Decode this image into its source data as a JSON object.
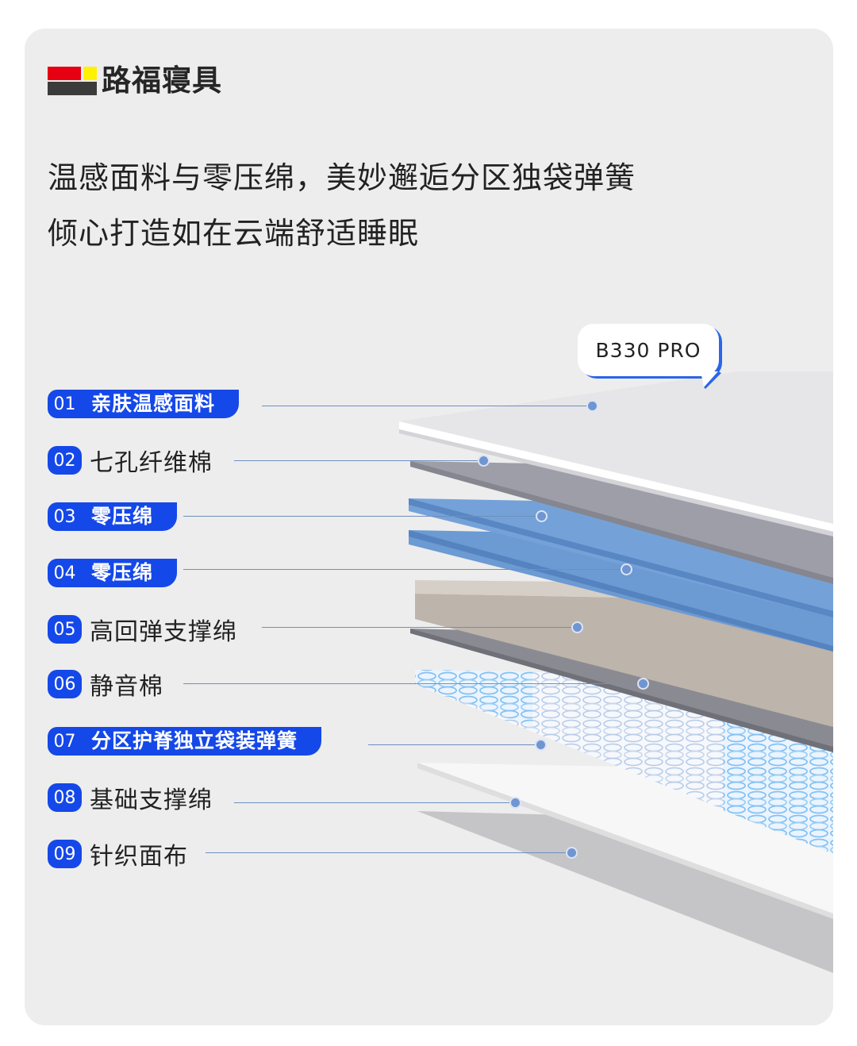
{
  "brand": {
    "name": "路福寝具",
    "colors": {
      "red": "#e60012",
      "yellow": "#fff100",
      "dark": "#3b3b3b"
    }
  },
  "headline": {
    "line1": "温感面料与零压绵，美妙邂逅分区独袋弹簧",
    "line2": "倾心打造如在云端舒适睡眠"
  },
  "model": {
    "name": "B330 PRO"
  },
  "accent_color": "#1548e8",
  "layers": [
    {
      "num": "01",
      "label": "亲肤温感面料",
      "highlight": true
    },
    {
      "num": "02",
      "label": "七孔纤维棉",
      "highlight": false
    },
    {
      "num": "03",
      "label": "零压绵",
      "highlight": true
    },
    {
      "num": "04",
      "label": "零压绵",
      "highlight": true
    },
    {
      "num": "05",
      "label": "高回弹支撑绵",
      "highlight": false
    },
    {
      "num": "06",
      "label": "静音棉",
      "highlight": false
    },
    {
      "num": "07",
      "label": "分区护脊独立袋装弹簧",
      "highlight": true
    },
    {
      "num": "08",
      "label": "基础支撑绵",
      "highlight": false
    },
    {
      "num": "09",
      "label": "针织面布",
      "highlight": false
    }
  ]
}
